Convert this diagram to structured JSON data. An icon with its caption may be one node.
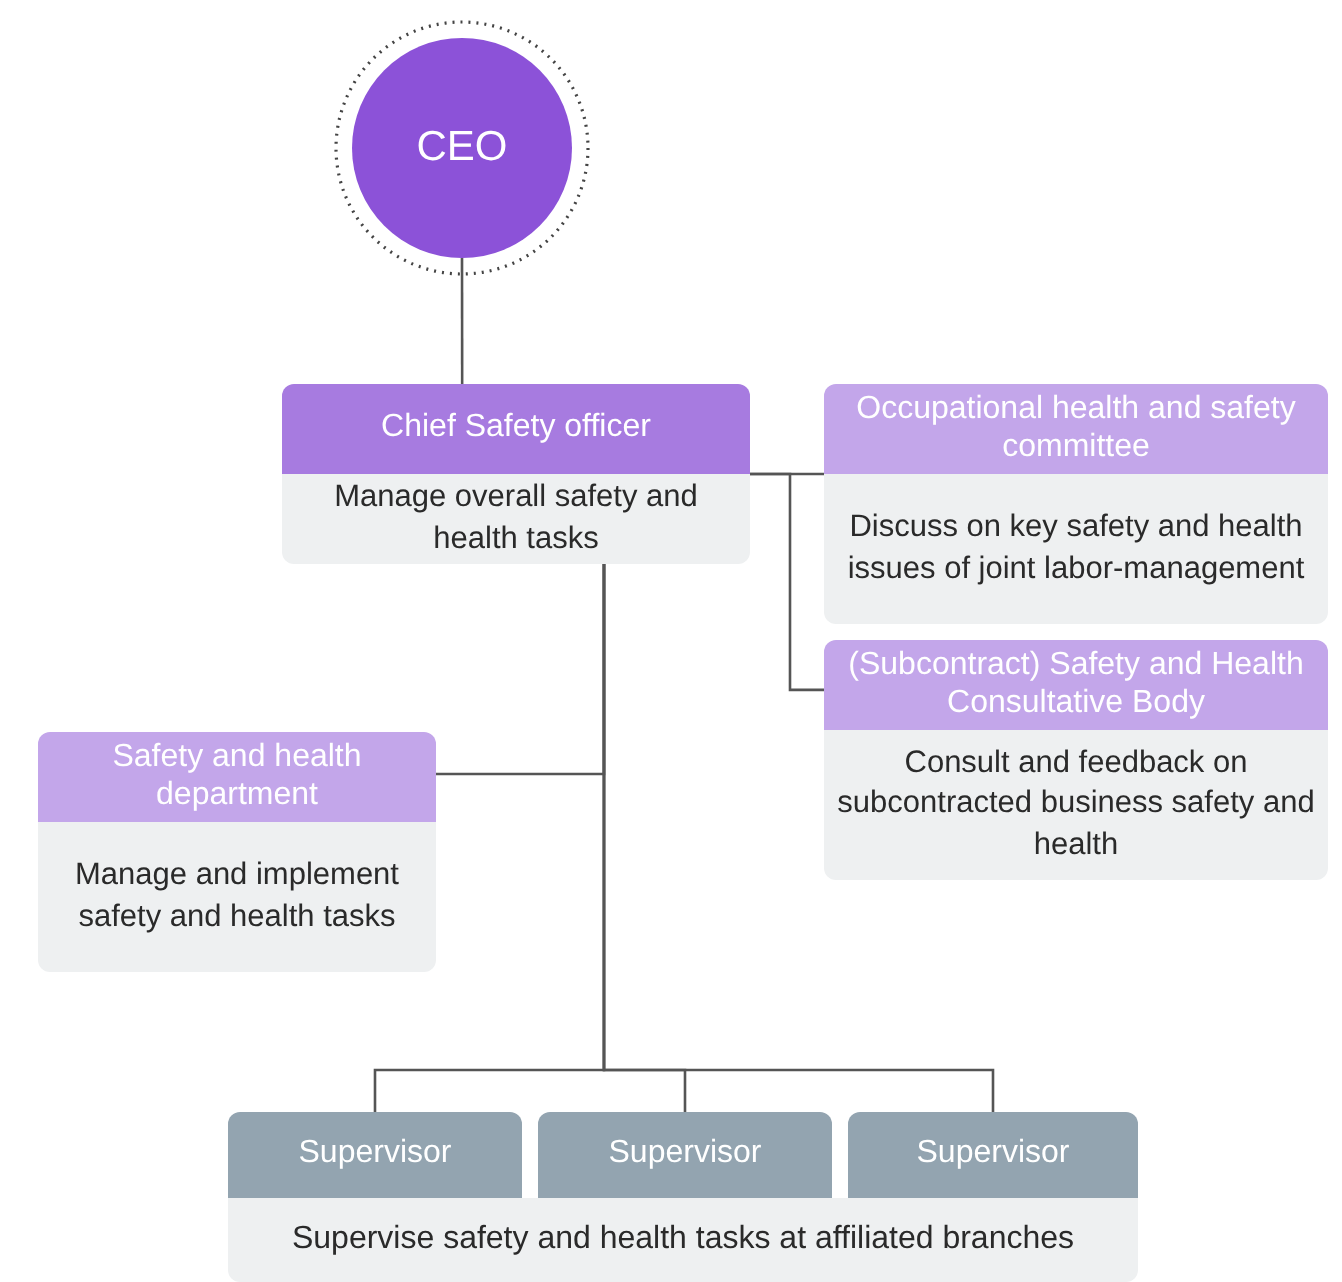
{
  "diagram": {
    "nodes": [
      {
        "text": [
          "CEO"
        ]
      },
      {
        "text": [
          "Chief Safety officer",
          "Manage overall safety and health tasks"
        ]
      },
      {
        "text": [
          "Occupational health and safety committee",
          "Discuss on key safety and health issues of joint labor-management"
        ]
      },
      {
        "text": [
          "(Subcontract) Safety and Health Consultative Body",
          "Consult and feedback on subcontracted business safety and health"
        ]
      },
      {
        "text": [
          "Safety and health department",
          "Manage and implement safety and health tasks"
        ]
      },
      {
        "text": [
          "Supervisor"
        ]
      },
      {
        "text": [
          "Supervisor"
        ]
      },
      {
        "text": [
          "Supervisor"
        ]
      },
      {
        "text": [
          "Supervise safety and health tasks at affiliated branches"
        ]
      }
    ],
    "edges": [
      {
        "from": 0,
        "to": 1,
        "arrow": "none"
      },
      {
        "from": 1,
        "to": 2,
        "arrow": "none"
      },
      {
        "from": 1,
        "to": 3,
        "arrow": "none"
      },
      {
        "from": 1,
        "to": 4,
        "arrow": "none"
      },
      {
        "from": 1,
        "to": 5,
        "arrow": "none"
      },
      {
        "from": 1,
        "to": 6,
        "arrow": "none"
      },
      {
        "from": 1,
        "to": 7,
        "arrow": "none"
      }
    ]
  }
}
